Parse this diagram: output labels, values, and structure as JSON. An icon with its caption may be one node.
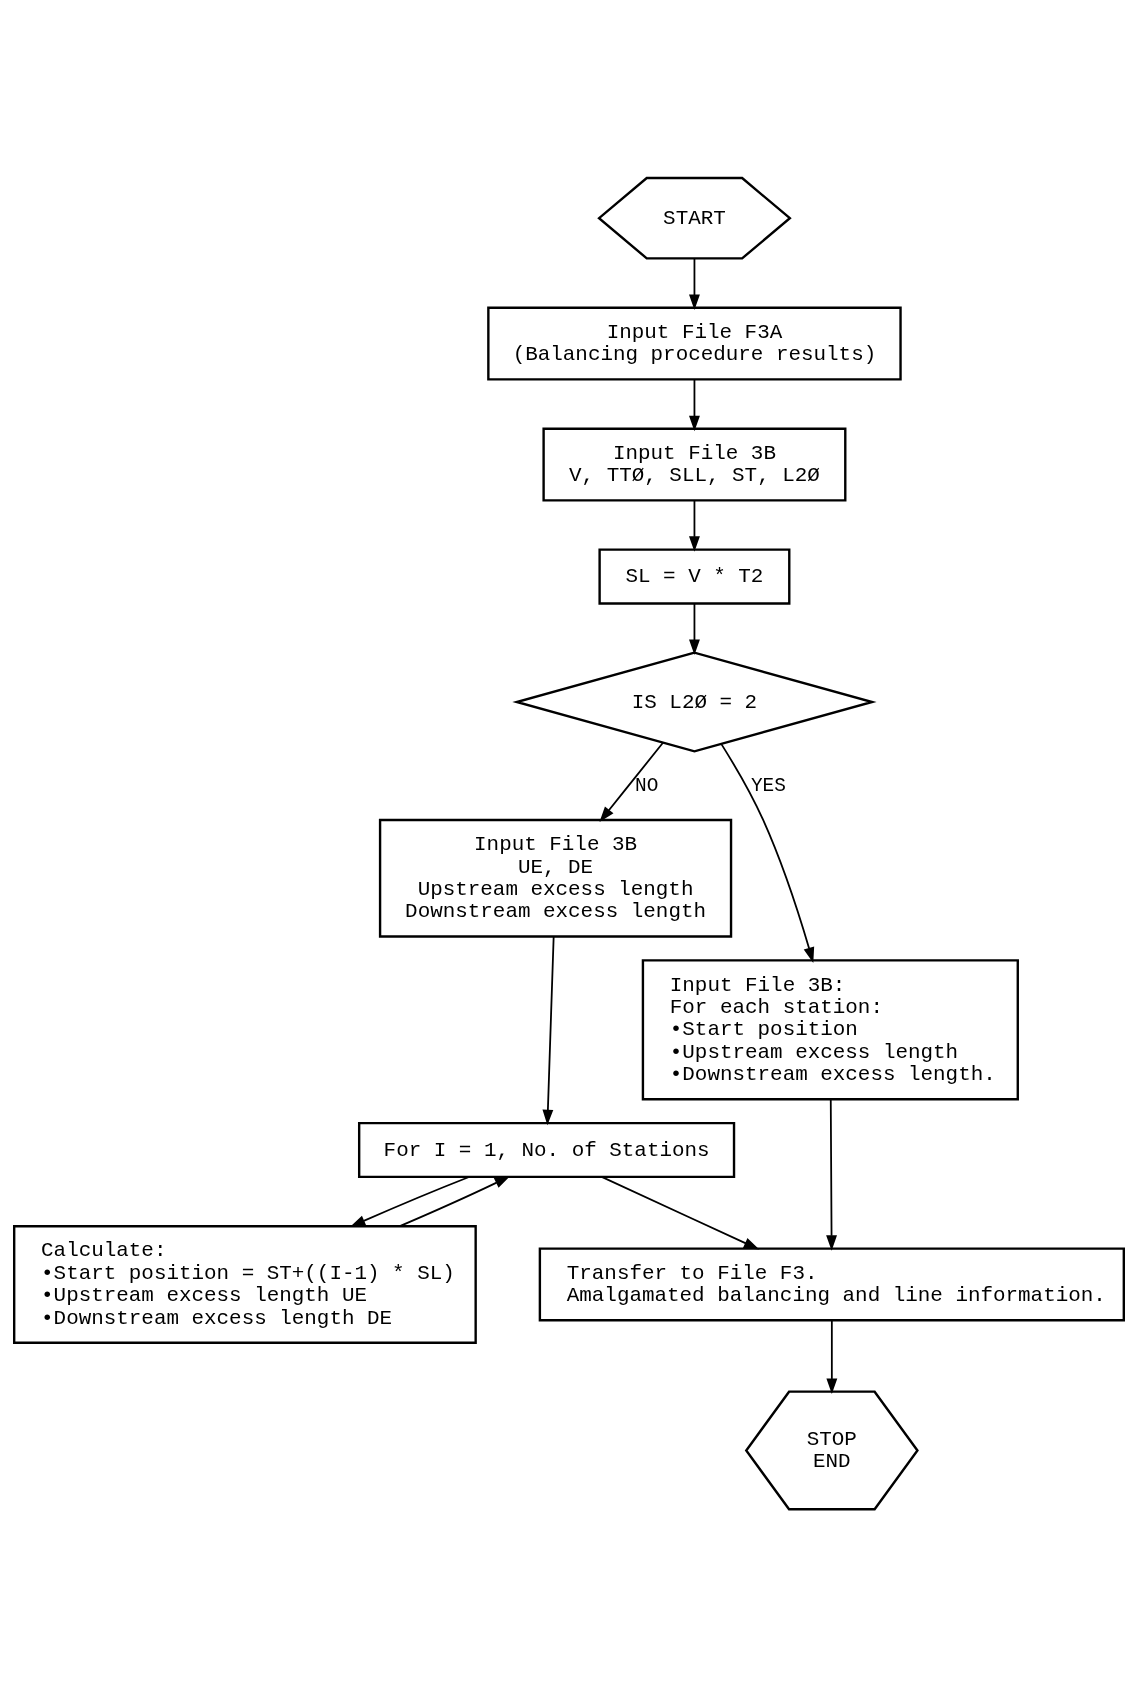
{
  "diagram": {
    "nodes": [
      {
        "text": [
          "START"
        ]
      },
      {
        "text": [
          "Input File F3A",
          "(Balancing procedure results)"
        ]
      },
      {
        "text": [
          "Input File 3B",
          "V, TTØ, SLL, ST, L2Ø"
        ]
      },
      {
        "text": [
          "SL = V * T2"
        ]
      },
      {
        "text": [
          "IS L2Ø = 2"
        ]
      },
      {
        "text": [
          "Input File 3B",
          "UE, DE",
          "Upstream excess length",
          "Downstream excess length"
        ]
      },
      {
        "text": [
          "Input File 3B:",
          "For each station:",
          "•Start position",
          "•Upstream excess length",
          "•Downstream excess length."
        ]
      },
      {
        "text": [
          "For I = 1, No. of Stations"
        ]
      },
      {
        "text": [
          "Calculate:",
          "•Start position = ST+((I-1) * SL)",
          "•Upstream excess length UE",
          "•Downstream excess length DE"
        ]
      },
      {
        "text": [
          "Transfer to File F3.",
          "Amalgamated balancing and line information."
        ]
      },
      {
        "text": [
          "STOP",
          "END"
        ]
      }
    ],
    "edges": [
      {
        "from": 0,
        "to": 1,
        "arrow": "to"
      },
      {
        "from": 1,
        "to": 2,
        "arrow": "to"
      },
      {
        "from": 2,
        "to": 3,
        "arrow": "to"
      },
      {
        "from": 3,
        "to": 4,
        "arrow": "to"
      },
      {
        "from": 4,
        "to": 5,
        "arrow": "to",
        "label": "NO"
      },
      {
        "from": 4,
        "to": 6,
        "arrow": "to",
        "label": "YES"
      },
      {
        "from": 5,
        "to": 7,
        "arrow": "to"
      },
      {
        "from": 7,
        "to": 8,
        "arrow": "to"
      },
      {
        "from": 8,
        "to": 7,
        "arrow": "to"
      },
      {
        "from": 7,
        "to": 9,
        "arrow": "to"
      },
      {
        "from": 6,
        "to": 9,
        "arrow": "to"
      },
      {
        "from": 9,
        "to": 10,
        "arrow": "to"
      }
    ]
  }
}
